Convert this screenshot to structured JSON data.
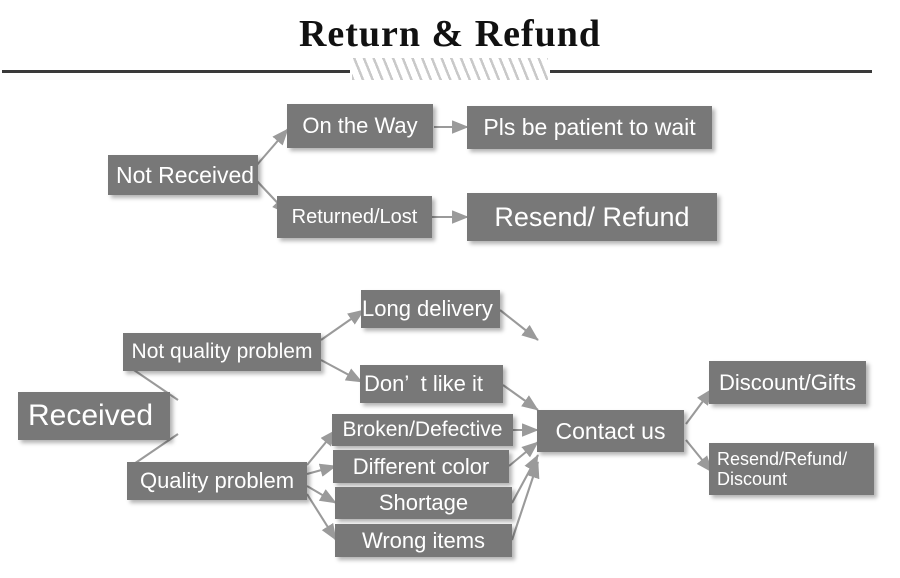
{
  "header": {
    "title": "Return & Refund",
    "divider_icon": "hatched-divider-icon"
  },
  "colors": {
    "box_fill": "#787878",
    "box_text": "#ffffff",
    "connector": "#9a9a9a",
    "rule": "#3a3a3a",
    "hatch": "#c9c9c9",
    "background": "#ffffff"
  },
  "flow": {
    "not_received_branch": {
      "root": {
        "label": "Not Received"
      },
      "nodes": [
        {
          "label": "On the Way"
        },
        {
          "label": "Pls be patient to wait"
        },
        {
          "label": "Returned/Lost"
        },
        {
          "label": "Resend/ Refund"
        }
      ]
    },
    "received_branch": {
      "root": {
        "label": "Received"
      },
      "categories": [
        {
          "label": "Not quality problem"
        },
        {
          "label": "Quality problem"
        }
      ],
      "not_quality_reasons": [
        {
          "label": "Long delivery"
        },
        {
          "label": "Don’  t like it"
        }
      ],
      "quality_reasons": [
        {
          "label": "Broken/Defective"
        },
        {
          "label": "Different color"
        },
        {
          "label": "Shortage"
        },
        {
          "label": "Wrong items"
        }
      ],
      "action": {
        "label": "Contact us"
      },
      "outcomes": [
        {
          "label": "Discount/Gifts"
        },
        {
          "label": "Resend/Refund/\nDiscount"
        }
      ]
    }
  }
}
